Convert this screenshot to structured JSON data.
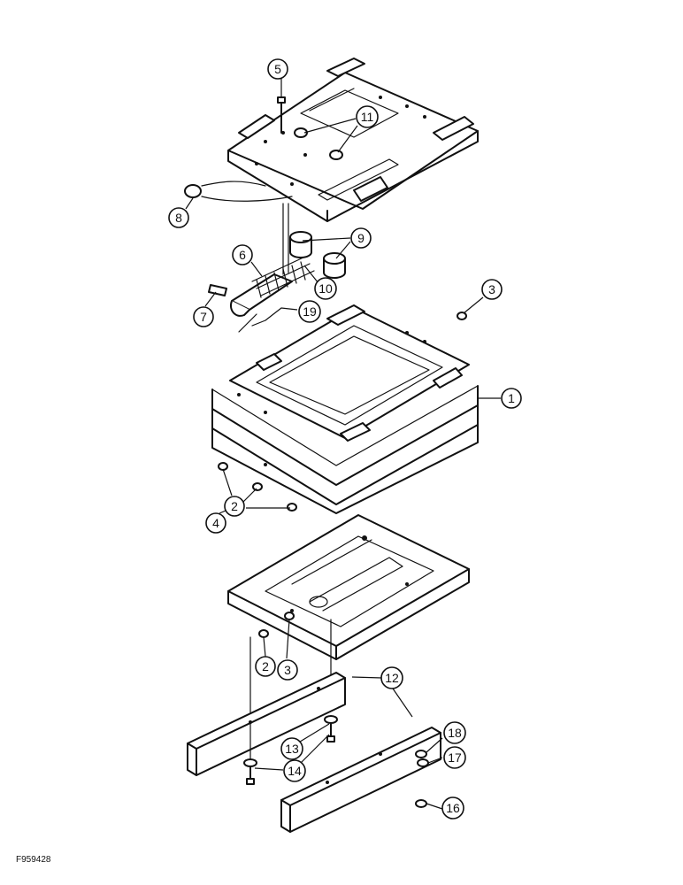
{
  "figure_id": "F959428",
  "callouts": [
    "1",
    "2",
    "3",
    "4",
    "5",
    "6",
    "7",
    "8",
    "9",
    "10",
    "11",
    "12",
    "13",
    "14",
    "16",
    "17",
    "18",
    "19"
  ]
}
